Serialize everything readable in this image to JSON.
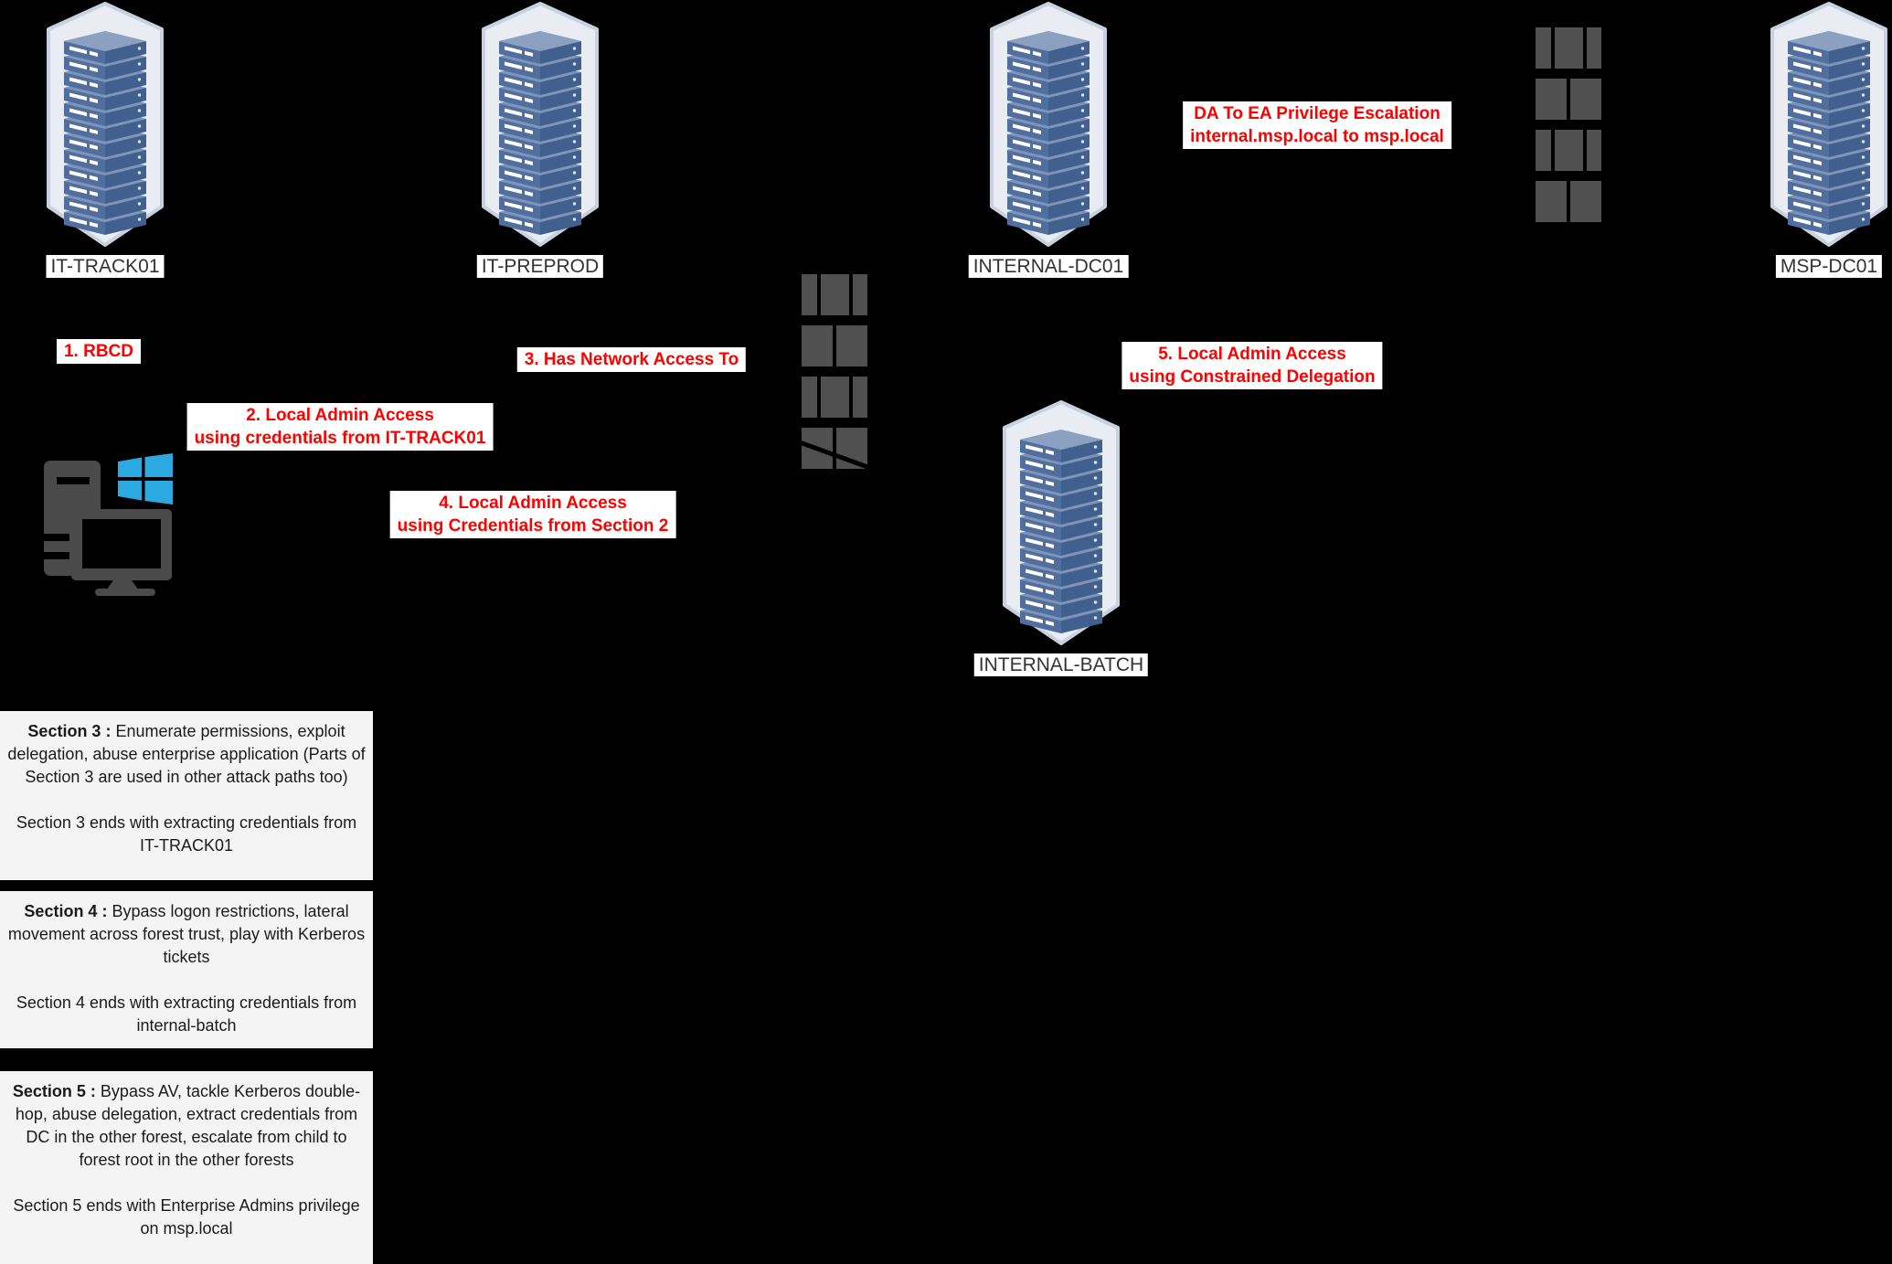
{
  "colors": {
    "background": "#000000",
    "annotation_text": "#ff0000",
    "annotation_bg": "#ffffff",
    "node_label_text": "#333333",
    "node_label_bg": "#ffffff",
    "section_bg": "#f4f4f4",
    "section_text": "#1a1a1a",
    "firewall_brick": "#505050",
    "device_gray": "#4a4a4a",
    "windows_blue": "#2ba9e0",
    "server_shell": "#e9edf3",
    "server_front": "#516f9e",
    "server_side": "#42608e",
    "server_top": "#8ca1c1"
  },
  "icons": {
    "server": "server-icon",
    "firewall": "firewall-icon",
    "workstation": "workstation-icon",
    "windows_logo": "windows-logo-icon"
  },
  "nodes": [
    {
      "id": "it-track01",
      "label": "IT-TRACK01"
    },
    {
      "id": "it-preprod",
      "label": "IT-PREPROD"
    },
    {
      "id": "internal-dc01",
      "label": "INTERNAL-DC01"
    },
    {
      "id": "msp-dc01",
      "label": "MSP-DC01"
    },
    {
      "id": "internal-batch",
      "label": "INTERNAL-BATCH"
    }
  ],
  "annotations": [
    {
      "id": "step-1",
      "text": "1. RBCD"
    },
    {
      "id": "step-2",
      "text": "2. Local Admin Access\nusing credentials from IT-TRACK01"
    },
    {
      "id": "step-3",
      "text": "3. Has Network Access To"
    },
    {
      "id": "step-4",
      "text": "4. Local Admin Access\nusing Credentials from Section 2"
    },
    {
      "id": "step-5",
      "text": "5. Local Admin Access\nusing Constrained Delegation"
    },
    {
      "id": "da-to-ea",
      "text": "DA To EA Privilege Escalation\ninternal.msp.local to msp.local"
    }
  ],
  "sections": [
    {
      "heading": "Section 3 :",
      "body": "Enumerate permissions, exploit delegation, abuse enterprise application (Parts of Section 3 are used in other attack paths too)",
      "footer": "Section 3 ends with extracting credentials from IT-TRACK01"
    },
    {
      "heading": "Section 4 :",
      "body": "Bypass logon restrictions, lateral movement across forest trust, play with Kerberos tickets",
      "footer": "Section 4 ends with extracting credentials from internal-batch"
    },
    {
      "heading": "Section 5 :",
      "body": "Bypass AV, tackle Kerberos double-hop, abuse delegation, extract credentials from DC in the other forest, escalate from child to forest root in the other forests",
      "footer": "Section 5 ends with Enterprise Admins privilege on msp.local"
    }
  ]
}
